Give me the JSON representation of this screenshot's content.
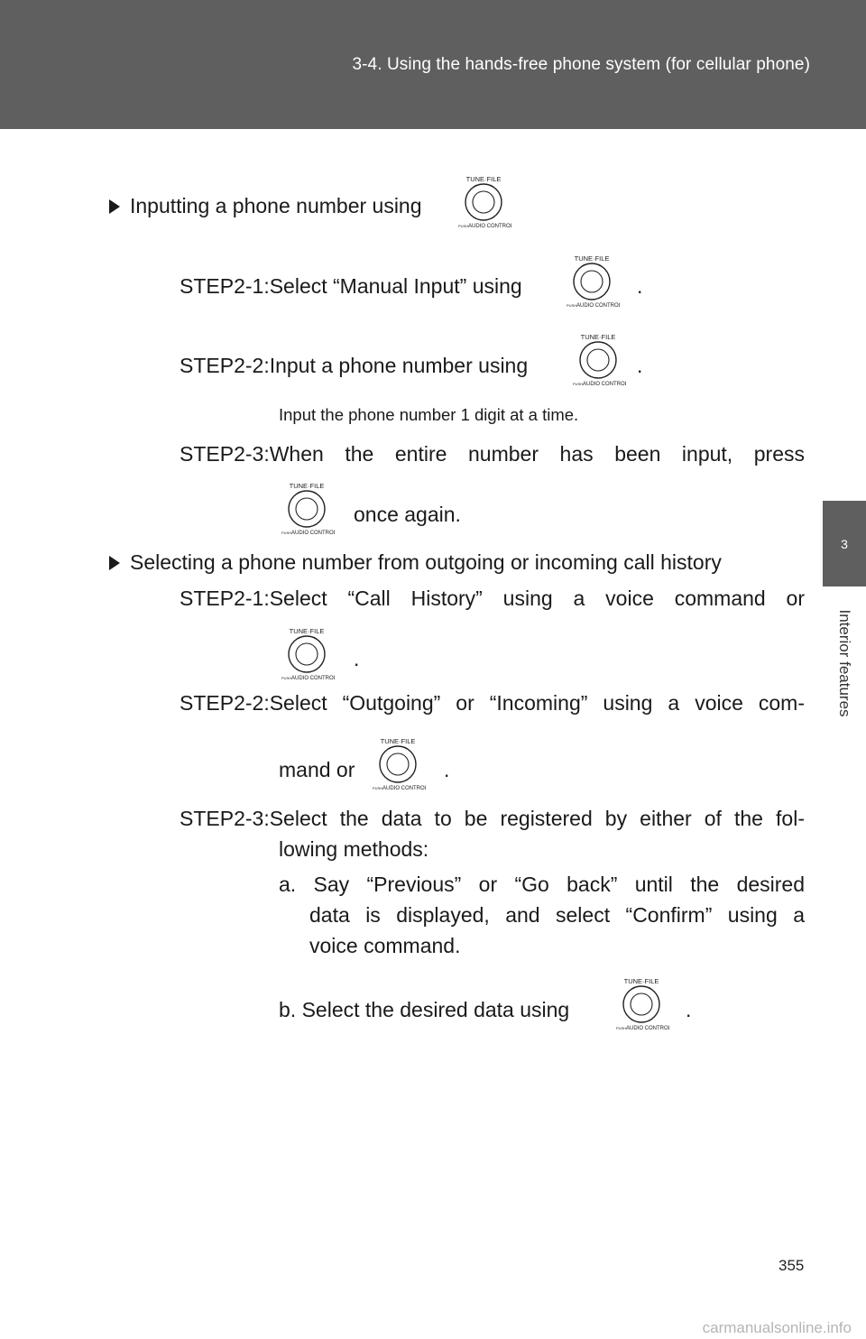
{
  "header": {
    "title": "3-4. Using the hands-free phone system (for cellular phone)",
    "color": "#5f5f5f"
  },
  "side_tab": {
    "number": "3",
    "label": "Interior features"
  },
  "page_number": "355",
  "watermark": "carmanualsonline.info",
  "knob": {
    "top_label": "TUNE·FILE",
    "bottom_label_small": "PUSH",
    "bottom_label": "AUDIO CONTROL",
    "icon": "tune-file-knob-icon"
  },
  "sections": {
    "manual": {
      "heading": "Inputting a phone number using",
      "step1": "STEP2-1:Select “Manual Input” using",
      "step1_end": ".",
      "step2": "STEP2-2:Input a phone number using",
      "step2_end": ".",
      "note": "Input the phone number 1 digit at a time.",
      "step3": "STEP2-3:When the entire number has been input, press",
      "step3_cont": "once again."
    },
    "history": {
      "heading": "Selecting a phone number from outgoing or incoming call history",
      "step1": "STEP2-1:Select “Call History” using a voice command or",
      "step1_end": ".",
      "step2": "STEP2-2:Select “Outgoing” or “Incoming” using a voice com-",
      "step2_cont": "mand or",
      "step2_end": ".",
      "step3": "STEP2-3:Select the data to be registered by either of the fol-",
      "step3_cont": "lowing methods:",
      "a1": "a. Say “Previous” or “Go back” until the desired",
      "a2": "data is displayed, and select “Confirm” using a",
      "a3": "voice command.",
      "b": "b. Select the desired data using",
      "b_end": "."
    }
  }
}
